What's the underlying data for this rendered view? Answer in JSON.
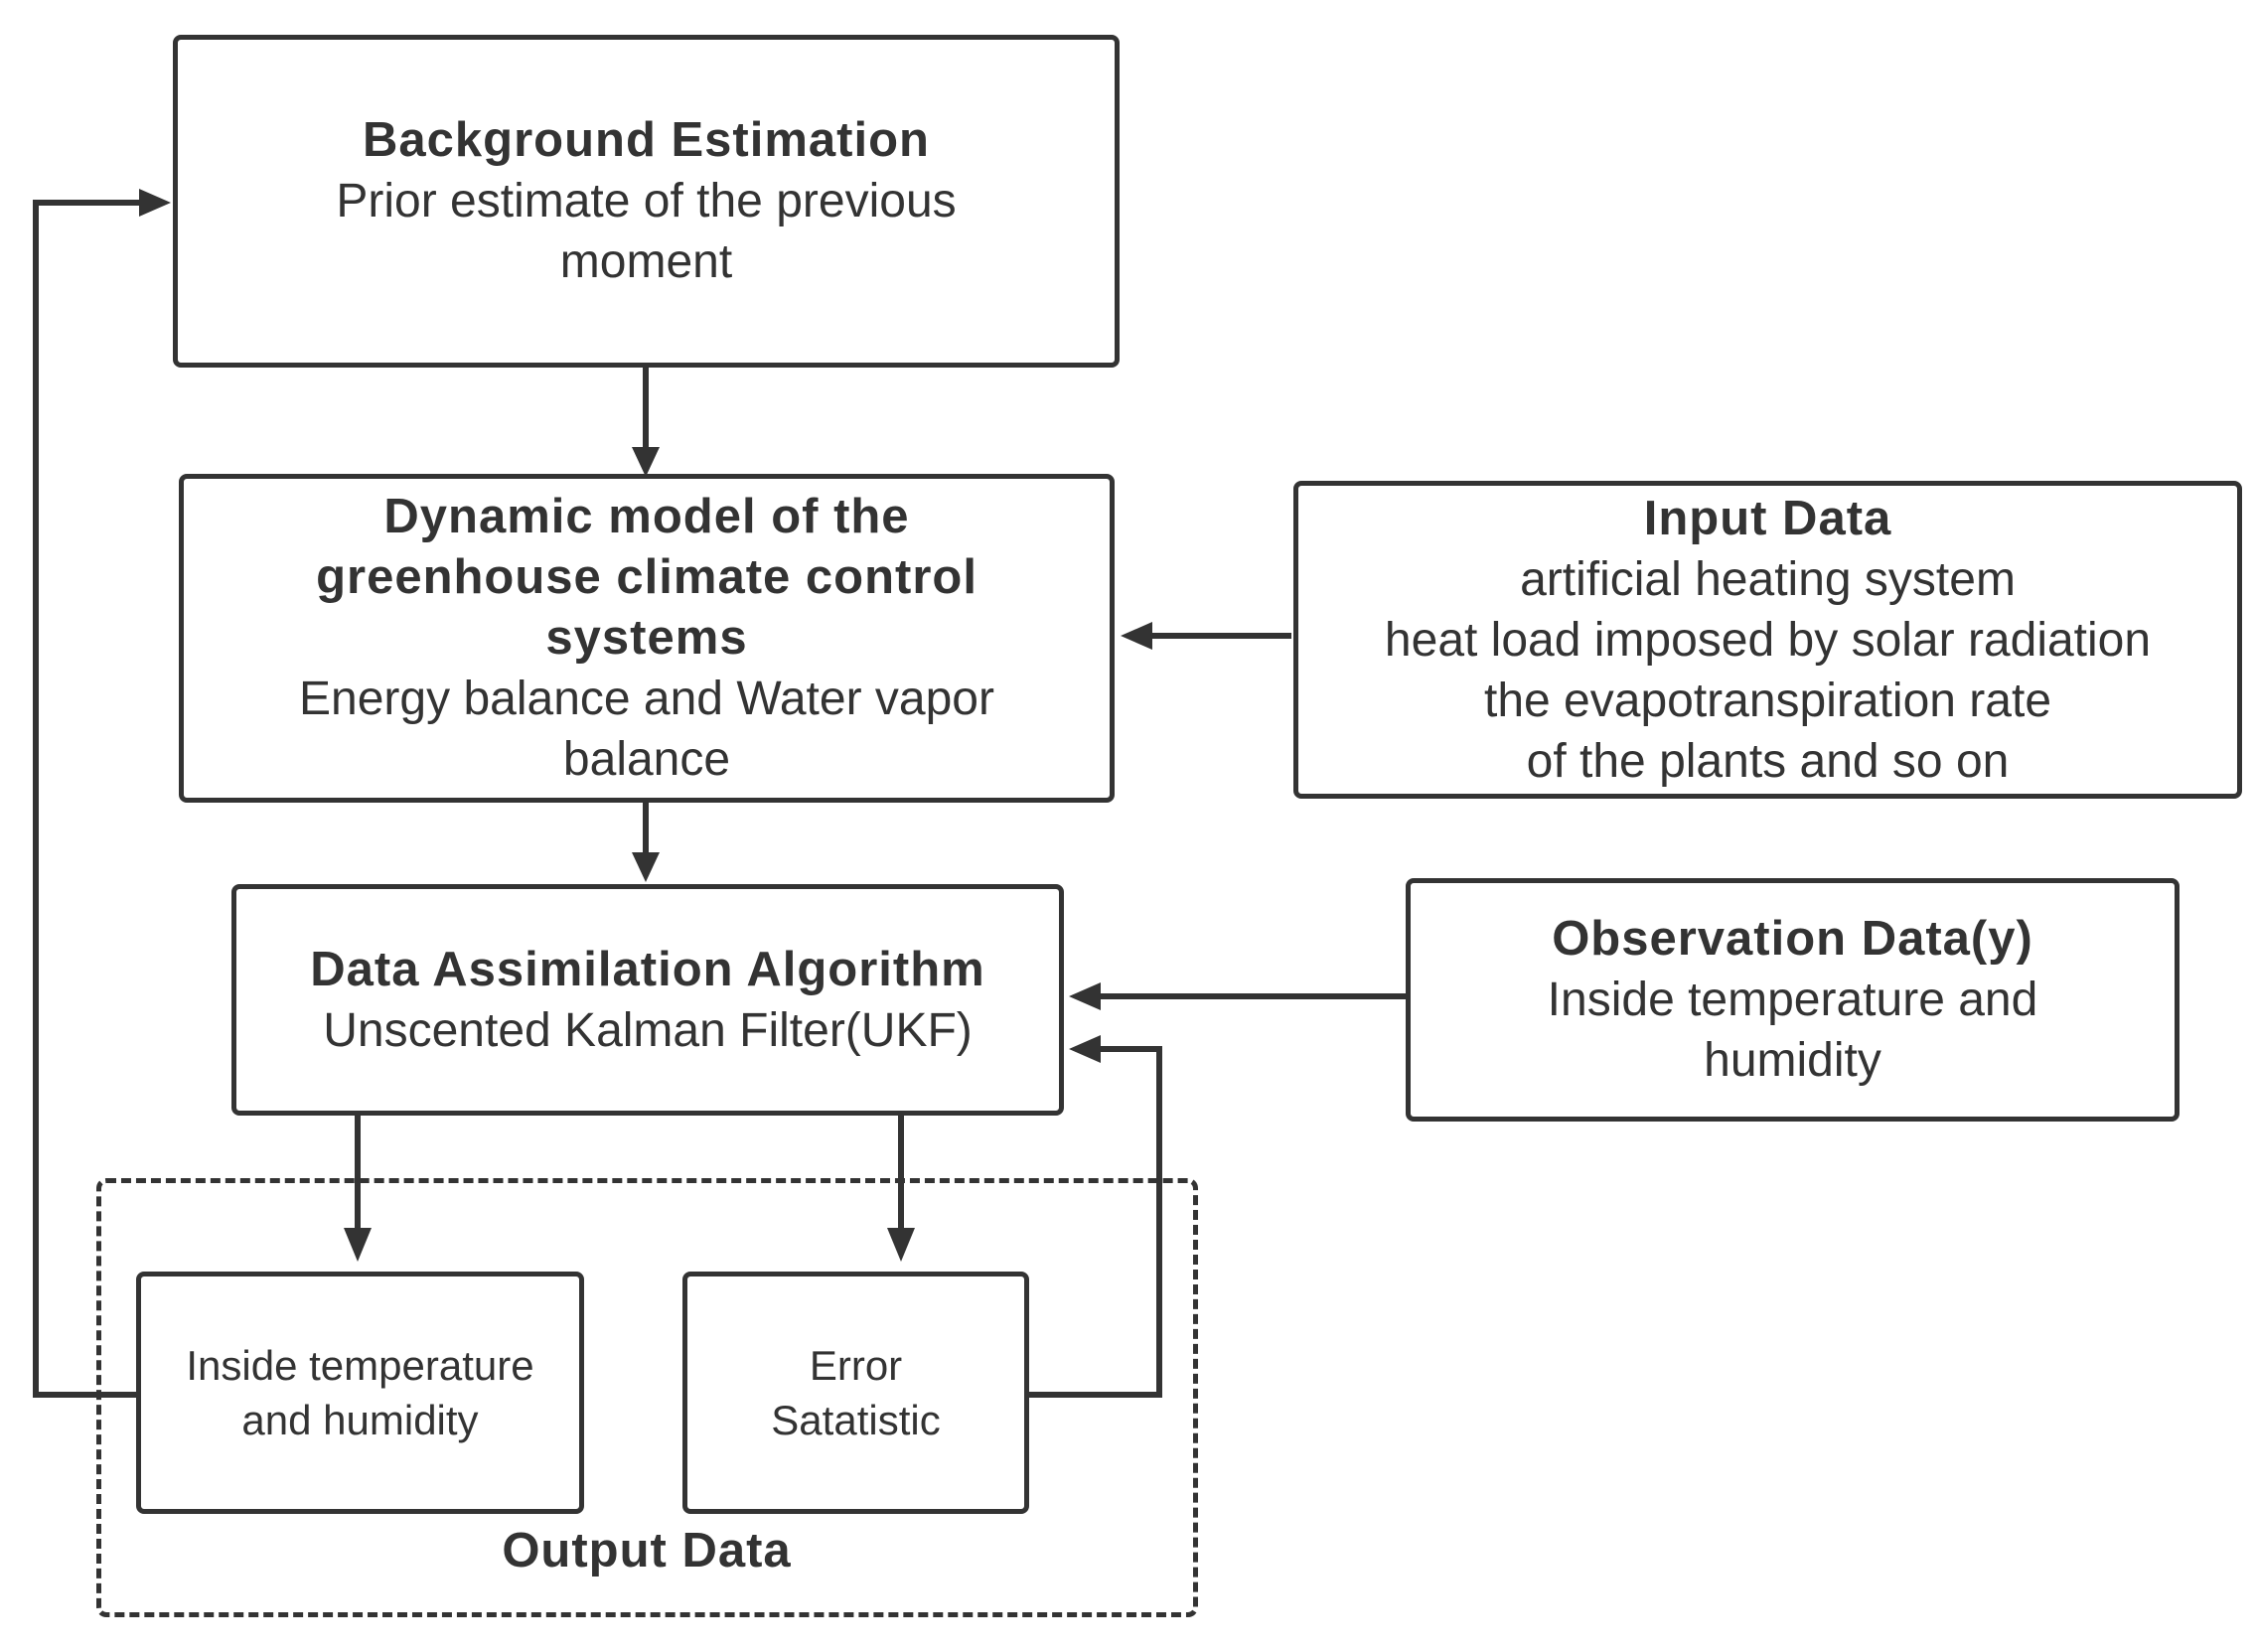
{
  "nodes": {
    "background": {
      "title": "Background Estimation",
      "line1": "Prior estimate of the previous",
      "line2": "moment"
    },
    "dynamic_model": {
      "title1": "Dynamic model of the",
      "title2": "greenhouse climate control",
      "title3": "systems",
      "line1": "Energy balance and Water vapor",
      "line2": "balance"
    },
    "input_data": {
      "title": "Input Data",
      "line1": "artificial heating system",
      "line2": "heat load imposed by solar radiation",
      "line3": "the evapotranspiration rate",
      "line4": "of the plants and so on"
    },
    "assimilation": {
      "title": "Data Assimilation Algorithm",
      "line1": "Unscented Kalman Filter(UKF)"
    },
    "observation": {
      "title": "Observation Data(y)",
      "line1": "Inside temperature and",
      "line2": "humidity"
    },
    "output_state": {
      "line1": "Inside temperature",
      "line2": "and humidity"
    },
    "error_stat": {
      "line1": "Error",
      "line2": "Satatistic"
    }
  },
  "group": {
    "label": "Output Data"
  },
  "colors": {
    "stroke": "#333333",
    "text": "#333333",
    "background": "#ffffff"
  }
}
